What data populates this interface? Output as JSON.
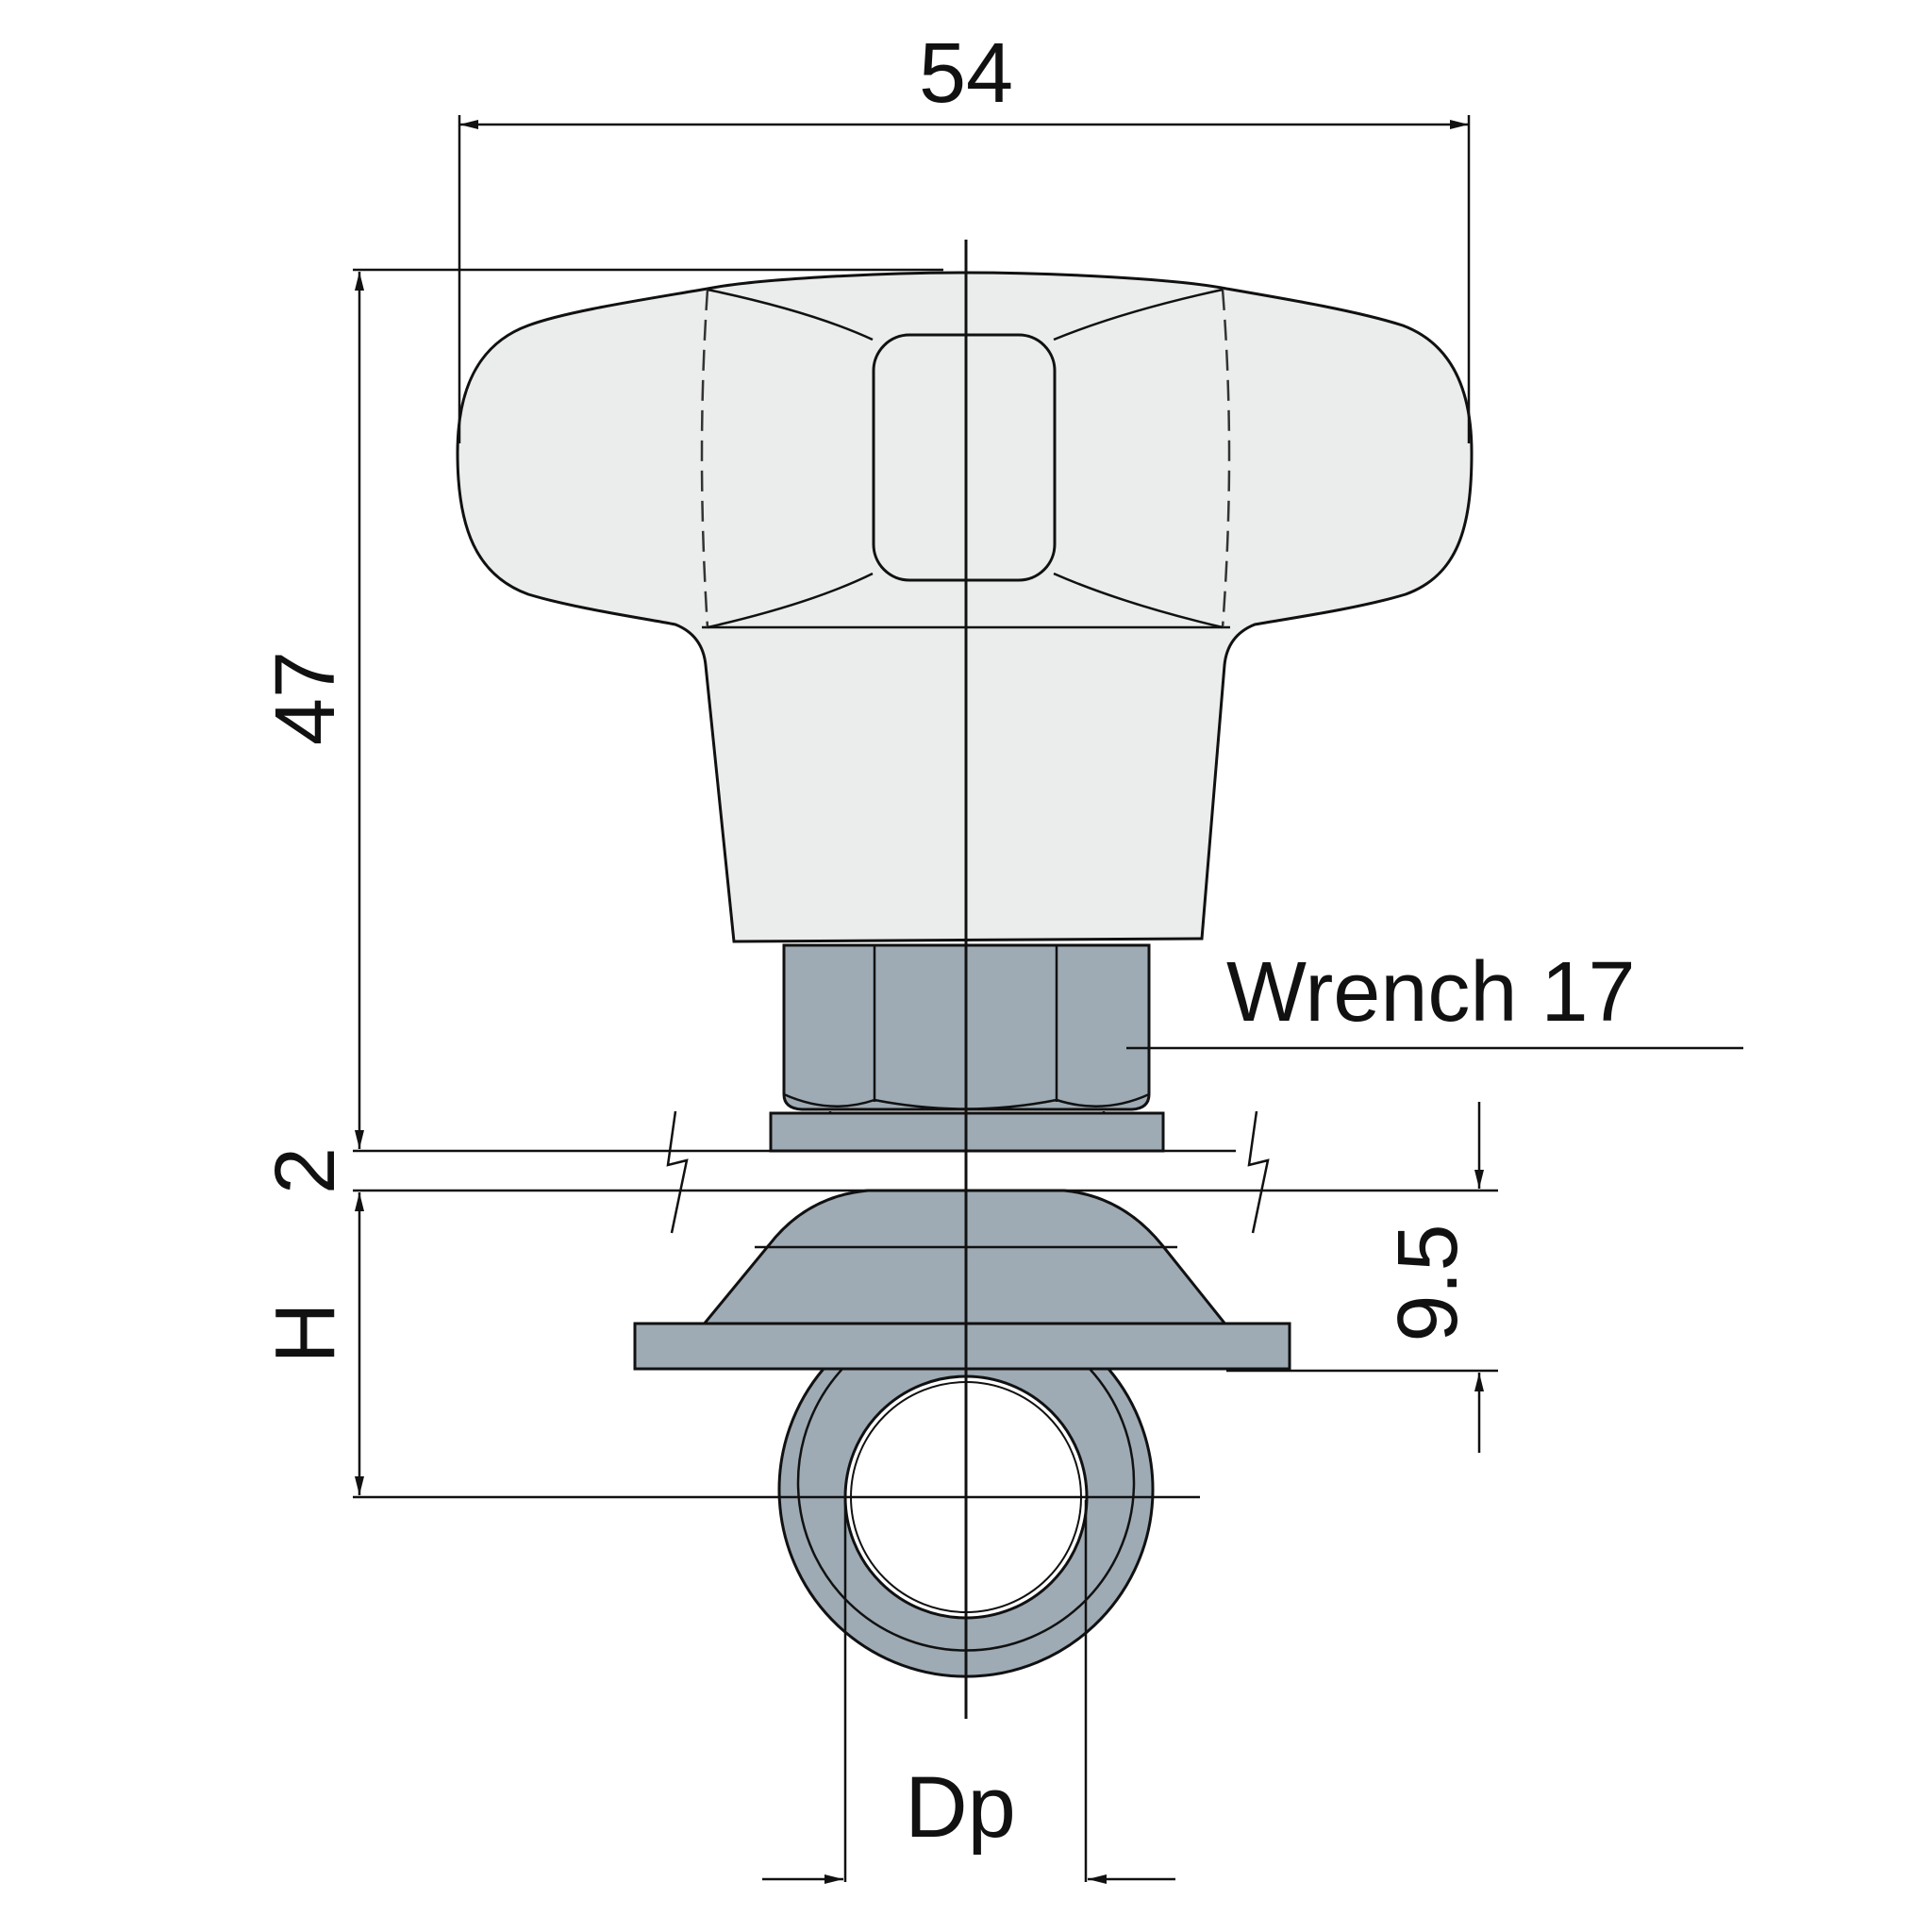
{
  "dimensions": {
    "width_54": "54",
    "height_47": "47",
    "gap_2": "2",
    "height_H": "H",
    "height_9_5": "9.5",
    "diameter_Dp": "Dp"
  },
  "labels": {
    "wrench": "Wrench 17"
  },
  "colors": {
    "knob_fill": "#ebeded",
    "metal_fill": "#9eabb4",
    "line": "#111111",
    "background": "#ffffff"
  }
}
